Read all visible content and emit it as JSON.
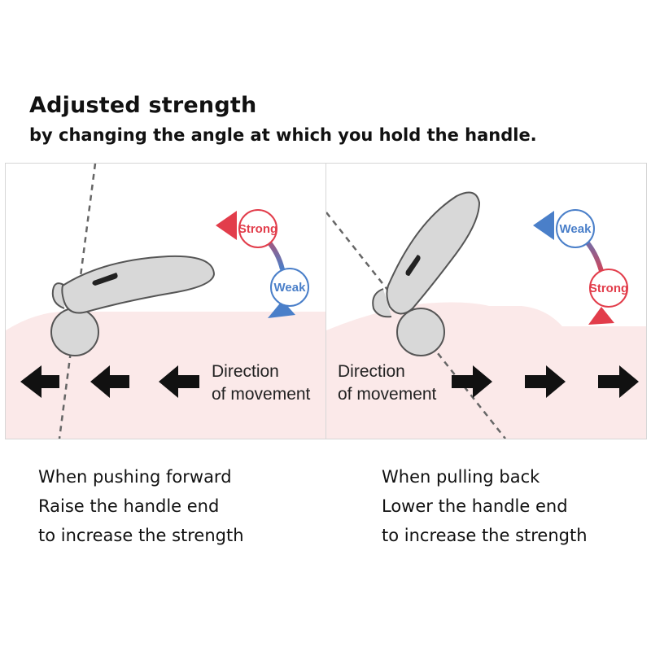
{
  "header": {
    "title": "Adjusted strength",
    "subtitle": "by changing the angle at which you hold the handle."
  },
  "left_panel": {
    "top_label": "Strong",
    "bottom_label": "Weak",
    "direction_line1": "Direction",
    "direction_line2": "of movement",
    "caption": [
      "When pushing forward",
      "Raise the handle end",
      "to increase the strength"
    ]
  },
  "right_panel": {
    "top_label": "Weak",
    "bottom_label": "Strong",
    "direction_line1": "Direction",
    "direction_line2": "of movement",
    "caption": [
      "When pulling back",
      "Lower the handle end",
      "to increase the strength"
    ]
  },
  "colors": {
    "strong": "#e23d4b",
    "weak": "#4a7fc9",
    "skin": "#fbe9e9",
    "device": "#d8d8d8"
  }
}
